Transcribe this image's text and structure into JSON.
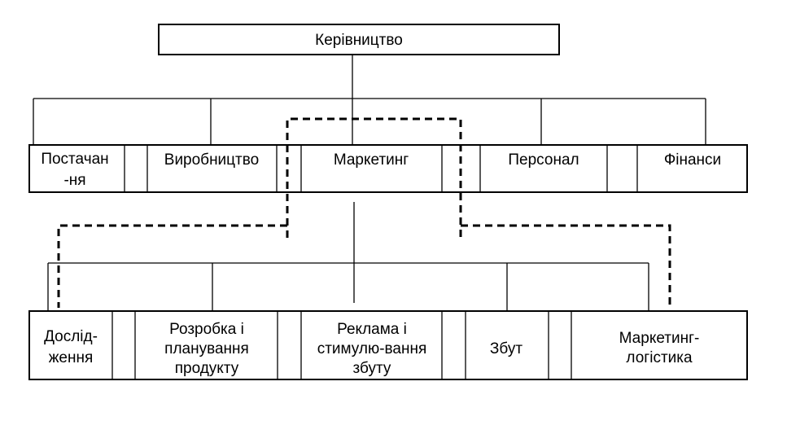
{
  "top": {
    "label": "Керівництво"
  },
  "departments": [
    {
      "line1": "Постачан",
      "line2": "-ня"
    },
    {
      "line1": "Виробництво"
    },
    {
      "line1": "Маркетинг"
    },
    {
      "line1": "Персонал"
    },
    {
      "line1": "Фінанси"
    }
  ],
  "marketing_units": [
    {
      "line1": "Дослід-",
      "line2": "ження"
    },
    {
      "line1": "Розробка і",
      "line2": "планування",
      "line3": "продукту"
    },
    {
      "line1": "Реклама і",
      "line2": "стимулю-вання",
      "line3": "збуту"
    },
    {
      "line1": "Збут"
    },
    {
      "line1": "Маркетинг-",
      "line2": "логістика"
    }
  ]
}
